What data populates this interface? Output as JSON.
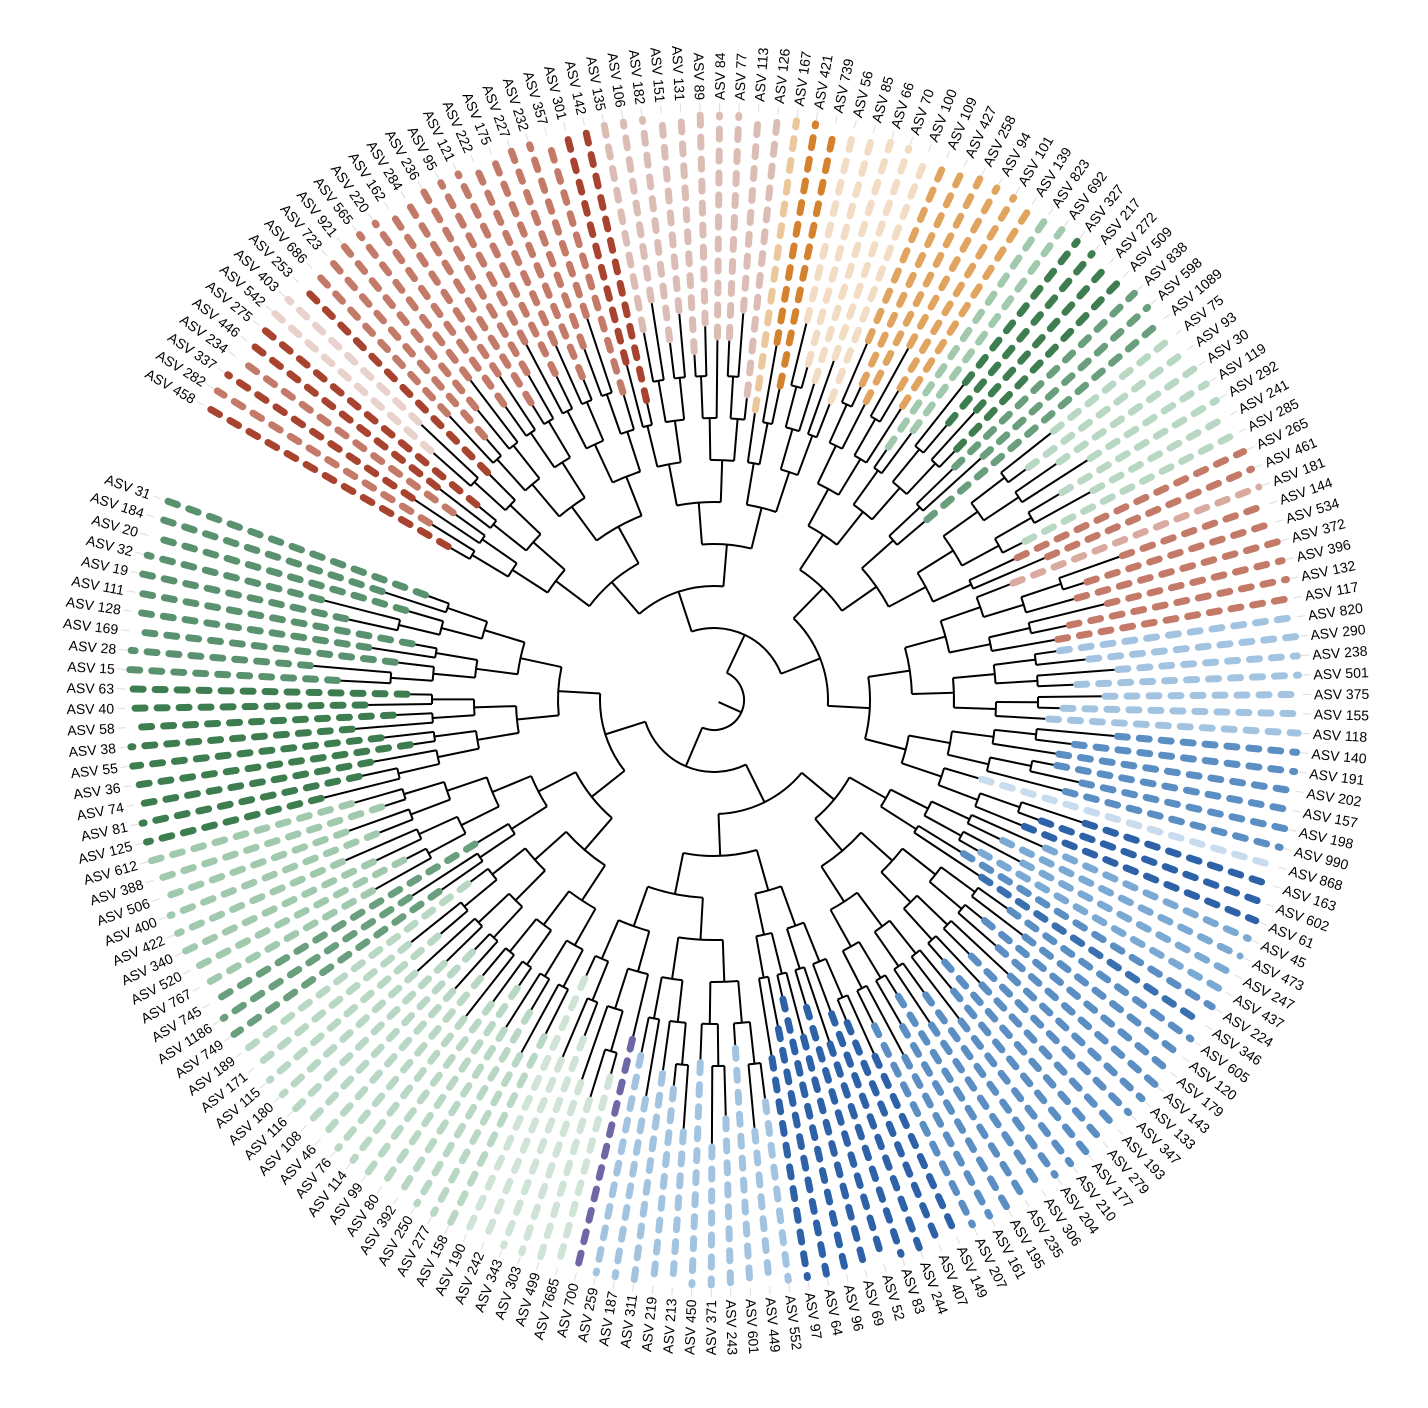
{
  "palette": {
    "r3": "#a8432f",
    "r2": "#c47a68",
    "r1": "#d9aba0",
    "r0": "#ead2cc",
    "p1": "#dcbdb6",
    "o0": "#f2dcc3",
    "o1": "#ebc79c",
    "o2": "#d4822e",
    "o3": "#e0a45e",
    "g0": "#cfe3d6",
    "g1": "#b9d8c4",
    "g2": "#a0c9ad",
    "g3": "#6a9f7e",
    "g4": "#3d7d4f",
    "g5": "#5a9270",
    "b0": "#c8dced",
    "b1": "#a3c4e0",
    "b2": "#7aaad4",
    "b3": "#5b8fc4",
    "b4": "#3a70b0",
    "b5": "#2e62a8",
    "v": "#6e67a6"
  },
  "tree": {
    "leaves": [
      {
        "label": "ASV 458",
        "c": "r3"
      },
      {
        "label": "ASV 282",
        "c": "r2"
      },
      {
        "label": "ASV 337",
        "c": "r3"
      },
      {
        "label": "ASV 234",
        "c": "r2"
      },
      {
        "label": "ASV 446",
        "c": "r3"
      },
      {
        "label": "ASV 275",
        "c": "r3"
      },
      {
        "label": "ASV 542",
        "c": "r0"
      },
      {
        "label": "ASV 403",
        "c": "r0"
      },
      {
        "label": "ASV 253",
        "c": "r3"
      },
      {
        "label": "ASV 686",
        "c": "r2"
      },
      {
        "label": "ASV 723",
        "c": "r2"
      },
      {
        "label": "ASV 921",
        "c": "r2"
      },
      {
        "label": "ASV 565",
        "c": "r2"
      },
      {
        "label": "ASV 220",
        "c": "r2"
      },
      {
        "label": "ASV 162",
        "c": "r2"
      },
      {
        "label": "ASV 284",
        "c": "r2"
      },
      {
        "label": "ASV 236",
        "c": "r2"
      },
      {
        "label": "ASV 95",
        "c": "r2"
      },
      {
        "label": "ASV 121",
        "c": "r2"
      },
      {
        "label": "ASV 222",
        "c": "r2"
      },
      {
        "label": "ASV 175",
        "c": "r2"
      },
      {
        "label": "ASV 227",
        "c": "r2"
      },
      {
        "label": "ASV 232",
        "c": "r2"
      },
      {
        "label": "ASV 357",
        "c": "r2"
      },
      {
        "label": "ASV 301",
        "c": "r3"
      },
      {
        "label": "ASV 142",
        "c": "r3"
      },
      {
        "label": "ASV 135",
        "c": "p1"
      },
      {
        "label": "ASV 106",
        "c": "p1"
      },
      {
        "label": "ASV 182",
        "c": "p1"
      },
      {
        "label": "ASV 151",
        "c": "p1"
      },
      {
        "label": "ASV 131",
        "c": "p1"
      },
      {
        "label": "ASV 89",
        "c": "p1"
      },
      {
        "label": "ASV 84",
        "c": "p1"
      },
      {
        "label": "ASV 77",
        "c": "p1"
      },
      {
        "label": "ASV 113",
        "c": "p1"
      },
      {
        "label": "ASV 126",
        "c": "p1"
      },
      {
        "label": "ASV 167",
        "c": "o1"
      },
      {
        "label": "ASV 421",
        "c": "o2"
      },
      {
        "label": "ASV 739",
        "c": "o2"
      },
      {
        "label": "ASV 56",
        "c": "o0"
      },
      {
        "label": "ASV 85",
        "c": "o0"
      },
      {
        "label": "ASV 66",
        "c": "o0"
      },
      {
        "label": "ASV 70",
        "c": "o0"
      },
      {
        "label": "ASV 100",
        "c": "o0"
      },
      {
        "label": "ASV 109",
        "c": "o3"
      },
      {
        "label": "ASV 427",
        "c": "o3"
      },
      {
        "label": "ASV 258",
        "c": "o3"
      },
      {
        "label": "ASV 94",
        "c": "o3"
      },
      {
        "label": "ASV 101",
        "c": "o3"
      },
      {
        "label": "ASV 139",
        "c": "o3"
      },
      {
        "label": "ASV 823",
        "c": "g2"
      },
      {
        "label": "ASV 692",
        "c": "g2"
      },
      {
        "label": "ASV 327",
        "c": "g4"
      },
      {
        "label": "ASV 217",
        "c": "g4"
      },
      {
        "label": "ASV 272",
        "c": "g4"
      },
      {
        "label": "ASV 509",
        "c": "g4"
      },
      {
        "label": "ASV 838",
        "c": "g3"
      },
      {
        "label": "ASV 598",
        "c": "g3"
      },
      {
        "label": "ASV 1089",
        "c": "g3"
      },
      {
        "label": "ASV 75",
        "c": "g1"
      },
      {
        "label": "ASV 93",
        "c": "g1"
      },
      {
        "label": "ASV 30",
        "c": "g1"
      },
      {
        "label": "ASV 119",
        "c": "g1"
      },
      {
        "label": "ASV 292",
        "c": "g1"
      },
      {
        "label": "ASV 241",
        "c": "g1"
      },
      {
        "label": "ASV 285",
        "c": "g1"
      },
      {
        "label": "ASV 265",
        "c": "r2"
      },
      {
        "label": "ASV 461",
        "c": "r2"
      },
      {
        "label": "ASV 181",
        "c": "r1"
      },
      {
        "label": "ASV 144",
        "c": "r2"
      },
      {
        "label": "ASV 534",
        "c": "r2"
      },
      {
        "label": "ASV 372",
        "c": "r2"
      },
      {
        "label": "ASV 396",
        "c": "r2"
      },
      {
        "label": "ASV 132",
        "c": "r2"
      },
      {
        "label": "ASV 117",
        "c": "r2"
      },
      {
        "label": "ASV 820",
        "c": "b1"
      },
      {
        "label": "ASV 290",
        "c": "b1"
      },
      {
        "label": "ASV 238",
        "c": "b1"
      },
      {
        "label": "ASV 501",
        "c": "b1"
      },
      {
        "label": "ASV 375",
        "c": "b1"
      },
      {
        "label": "ASV 155",
        "c": "b1"
      },
      {
        "label": "ASV 118",
        "c": "b1"
      },
      {
        "label": "ASV 140",
        "c": "b3"
      },
      {
        "label": "ASV 191",
        "c": "b3"
      },
      {
        "label": "ASV 202",
        "c": "b3"
      },
      {
        "label": "ASV 157",
        "c": "b3"
      },
      {
        "label": "ASV 198",
        "c": "b3"
      },
      {
        "label": "ASV 990",
        "c": "b3"
      },
      {
        "label": "ASV 868",
        "c": "b0"
      },
      {
        "label": "ASV 163",
        "c": "b5"
      },
      {
        "label": "ASV 602",
        "c": "b5"
      },
      {
        "label": "ASV 61",
        "c": "b5"
      },
      {
        "label": "ASV 45",
        "c": "b2"
      },
      {
        "label": "ASV 473",
        "c": "b2"
      },
      {
        "label": "ASV 247",
        "c": "b2"
      },
      {
        "label": "ASV 437",
        "c": "b2"
      },
      {
        "label": "ASV 224",
        "c": "b3"
      },
      {
        "label": "ASV 346",
        "c": "b4"
      },
      {
        "label": "ASV 605",
        "c": "b3"
      },
      {
        "label": "ASV 120",
        "c": "b3"
      },
      {
        "label": "ASV 179",
        "c": "b3"
      },
      {
        "label": "ASV 143",
        "c": "b3"
      },
      {
        "label": "ASV 133",
        "c": "b3"
      },
      {
        "label": "ASV 347",
        "c": "b3"
      },
      {
        "label": "ASV 193",
        "c": "b3"
      },
      {
        "label": "ASV 279",
        "c": "b3"
      },
      {
        "label": "ASV 177",
        "c": "b3"
      },
      {
        "label": "ASV 210",
        "c": "b3"
      },
      {
        "label": "ASV 204",
        "c": "b3"
      },
      {
        "label": "ASV 306",
        "c": "b3"
      },
      {
        "label": "ASV 235",
        "c": "b3"
      },
      {
        "label": "ASV 195",
        "c": "b3"
      },
      {
        "label": "ASV 161",
        "c": "b3"
      },
      {
        "label": "ASV 207",
        "c": "b3"
      },
      {
        "label": "ASV 149",
        "c": "b5"
      },
      {
        "label": "ASV 407",
        "c": "b5"
      },
      {
        "label": "ASV 244",
        "c": "b5"
      },
      {
        "label": "ASV 83",
        "c": "b5"
      },
      {
        "label": "ASV 52",
        "c": "b5"
      },
      {
        "label": "ASV 69",
        "c": "b5"
      },
      {
        "label": "ASV 96",
        "c": "b5"
      },
      {
        "label": "ASV 64",
        "c": "b5"
      },
      {
        "label": "ASV 97",
        "c": "b5"
      },
      {
        "label": "ASV 552",
        "c": "b1"
      },
      {
        "label": "ASV 449",
        "c": "b1"
      },
      {
        "label": "ASV 601",
        "c": "b1"
      },
      {
        "label": "ASV 243",
        "c": "b1"
      },
      {
        "label": "ASV 371",
        "c": "b1"
      },
      {
        "label": "ASV 450",
        "c": "b1"
      },
      {
        "label": "ASV 213",
        "c": "b1"
      },
      {
        "label": "ASV 219",
        "c": "b1"
      },
      {
        "label": "ASV 311",
        "c": "b1"
      },
      {
        "label": "ASV 187",
        "c": "b1"
      },
      {
        "label": "ASV 259",
        "c": "b1"
      },
      {
        "label": "ASV 700",
        "c": "v"
      },
      {
        "label": "ASV 7685",
        "c": "g0"
      },
      {
        "label": "ASV 499",
        "c": "g0"
      },
      {
        "label": "ASV 303",
        "c": "g0"
      },
      {
        "label": "ASV 343",
        "c": "g0"
      },
      {
        "label": "ASV 242",
        "c": "g0"
      },
      {
        "label": "ASV 190",
        "c": "g0"
      },
      {
        "label": "ASV 158",
        "c": "g1"
      },
      {
        "label": "ASV 277",
        "c": "g1"
      },
      {
        "label": "ASV 250",
        "c": "g1"
      },
      {
        "label": "ASV 392",
        "c": "g1"
      },
      {
        "label": "ASV 80",
        "c": "g1"
      },
      {
        "label": "ASV 99",
        "c": "g1"
      },
      {
        "label": "ASV 114",
        "c": "g1"
      },
      {
        "label": "ASV 76",
        "c": "g1"
      },
      {
        "label": "ASV 46",
        "c": "g1"
      },
      {
        "label": "ASV 108",
        "c": "g1"
      },
      {
        "label": "ASV 116",
        "c": "g1"
      },
      {
        "label": "ASV 180",
        "c": "g1"
      },
      {
        "label": "ASV 115",
        "c": "g1"
      },
      {
        "label": "ASV 171",
        "c": "g1"
      },
      {
        "label": "ASV 189",
        "c": "g1"
      },
      {
        "label": "ASV 749",
        "c": "g3"
      },
      {
        "label": "ASV 1186",
        "c": "g3"
      },
      {
        "label": "ASV 745",
        "c": "g3"
      },
      {
        "label": "ASV 767",
        "c": "g2"
      },
      {
        "label": "ASV 520",
        "c": "g2"
      },
      {
        "label": "ASV 340",
        "c": "g2"
      },
      {
        "label": "ASV 422",
        "c": "g2"
      },
      {
        "label": "ASV 400",
        "c": "g2"
      },
      {
        "label": "ASV 506",
        "c": "g2"
      },
      {
        "label": "ASV 388",
        "c": "g2"
      },
      {
        "label": "ASV 612",
        "c": "g2"
      },
      {
        "label": "ASV 125",
        "c": "g4"
      },
      {
        "label": "ASV 81",
        "c": "g4"
      },
      {
        "label": "ASV 74",
        "c": "g4"
      },
      {
        "label": "ASV 36",
        "c": "g4"
      },
      {
        "label": "ASV 55",
        "c": "g4"
      },
      {
        "label": "ASV 38",
        "c": "g4"
      },
      {
        "label": "ASV 58",
        "c": "g4"
      },
      {
        "label": "ASV 40",
        "c": "g4"
      },
      {
        "label": "ASV 63",
        "c": "g4"
      },
      {
        "label": "ASV 15",
        "c": "g5"
      },
      {
        "label": "ASV 28",
        "c": "g5"
      },
      {
        "label": "ASV 169",
        "c": "g5"
      },
      {
        "label": "ASV 128",
        "c": "g5"
      },
      {
        "label": "ASV 111",
        "c": "g5"
      },
      {
        "label": "ASV 19",
        "c": "g5"
      },
      {
        "label": "ASV 32",
        "c": "g5"
      },
      {
        "label": "ASV 20",
        "c": "g5"
      },
      {
        "label": "ASV 184",
        "c": "g5"
      },
      {
        "label": "ASV 31",
        "c": "g5"
      }
    ]
  }
}
